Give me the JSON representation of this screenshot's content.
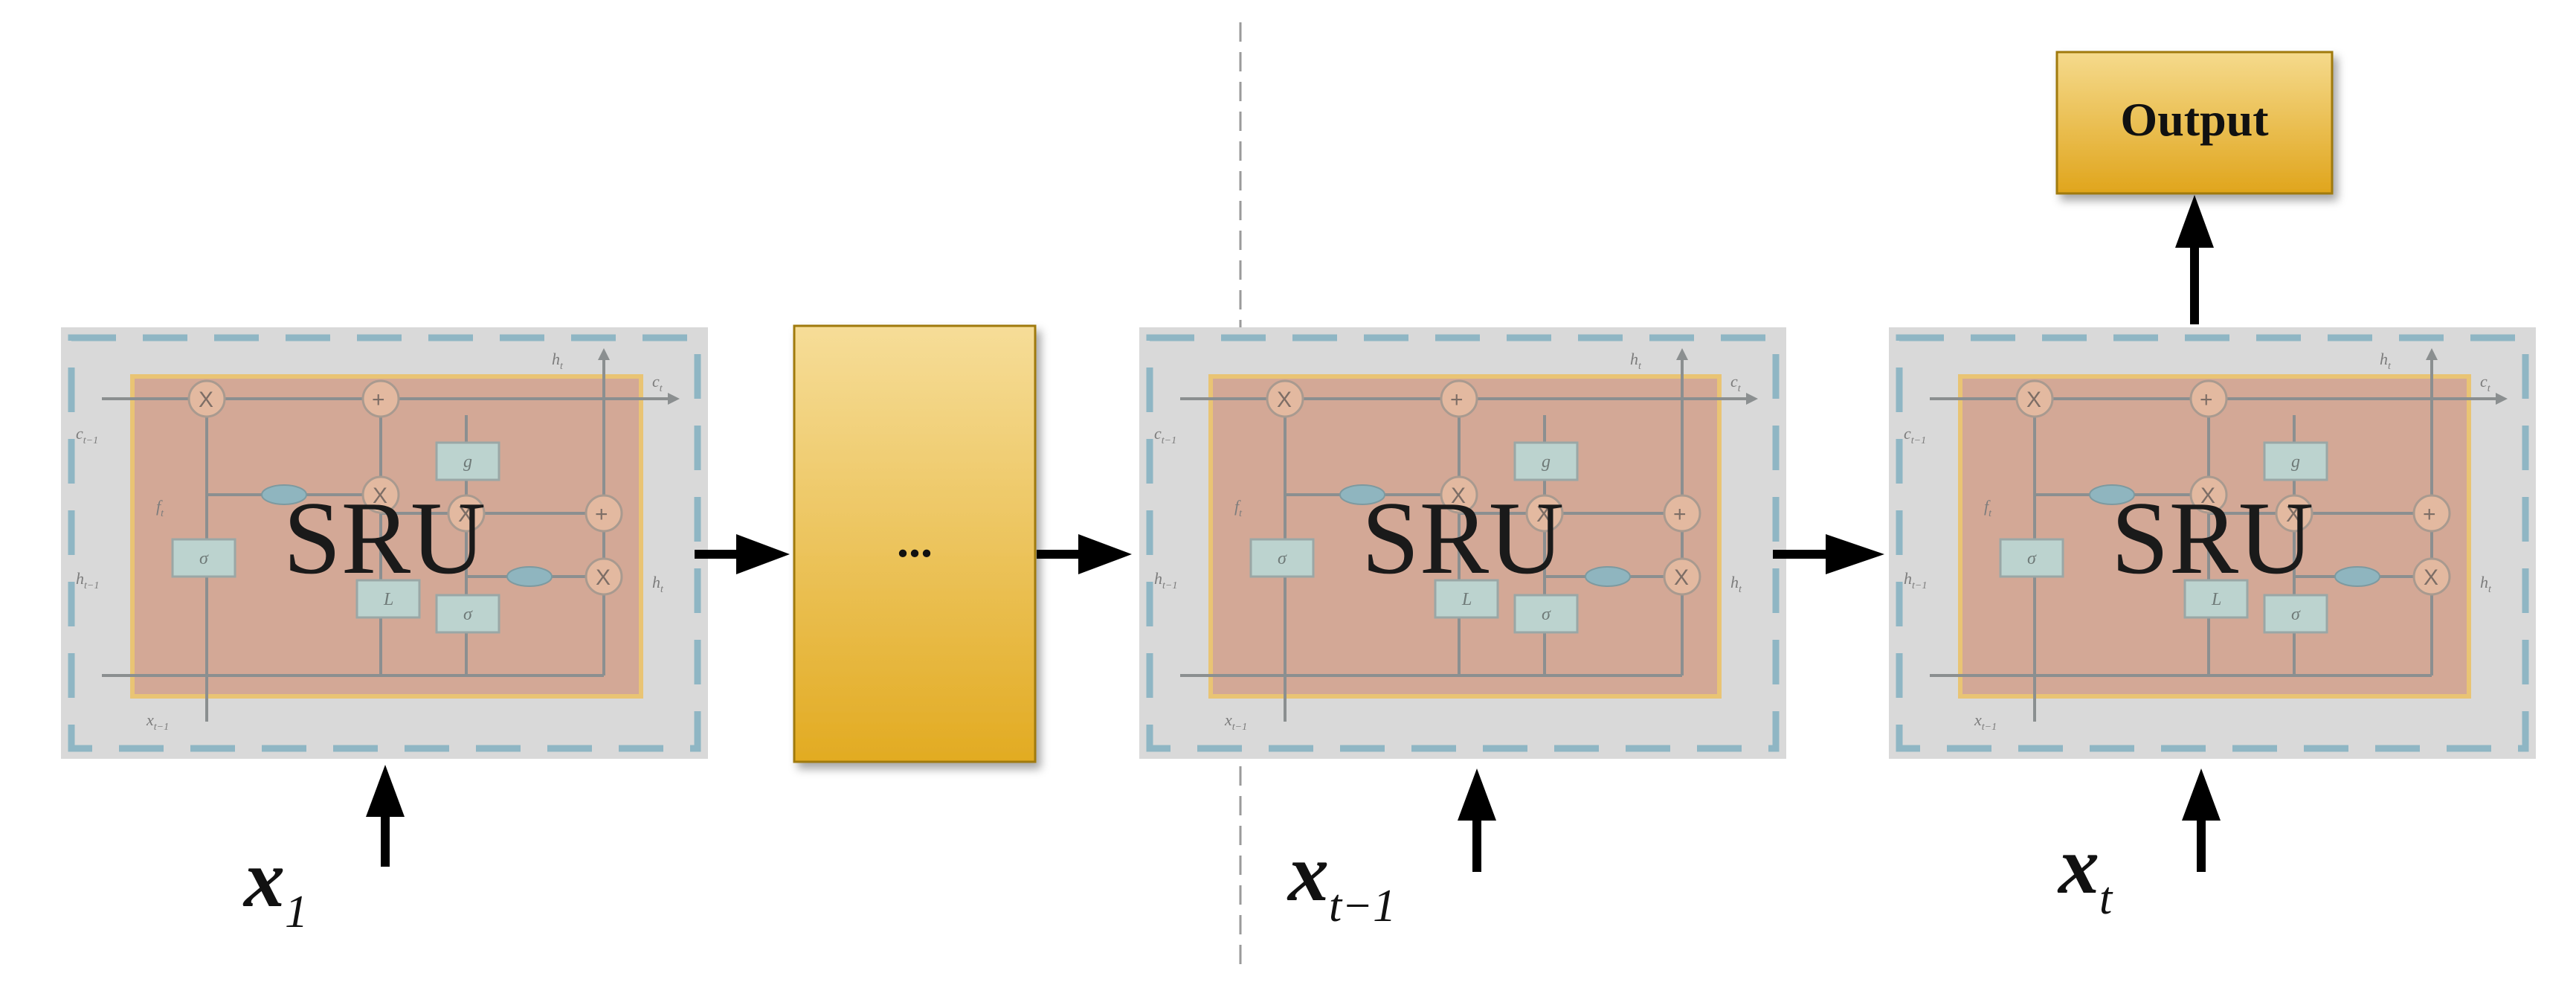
{
  "blocks": [
    {
      "label": "SRU",
      "input_main": "x",
      "input_sub": "1"
    },
    {
      "label": "SRU",
      "input_main": "x",
      "input_sub": "t−1"
    },
    {
      "label": "SRU",
      "input_main": "x",
      "input_sub": "t"
    }
  ],
  "ellipsis_block": {
    "label": "..."
  },
  "output_block": {
    "label": "Output"
  },
  "cell_labels": {
    "c_prev": "c",
    "c_prev_sub": "t−1",
    "h_prev": "h",
    "h_prev_sub": "t−1",
    "x_prev": "x",
    "x_prev_sub": "t−1",
    "h_out": "h",
    "h_out_sub": "t",
    "c_out": "c",
    "c_out_sub": "t",
    "f_gate": "f",
    "f_gate_sub": "t",
    "h_right": "h",
    "h_right_sub": "t"
  },
  "gate_labels": {
    "sigma": "σ",
    "g": "g",
    "l": "L"
  },
  "ops": {
    "multiply": "X",
    "add": "+"
  },
  "colors": {
    "block_gray": "#d9d9d9",
    "dash_blue": "#8fb6c4",
    "cell_rose": "#d3a896",
    "cell_border": "#e9c474",
    "gold_top": "#f6dd98",
    "gold_bottom": "#e2ab22"
  }
}
